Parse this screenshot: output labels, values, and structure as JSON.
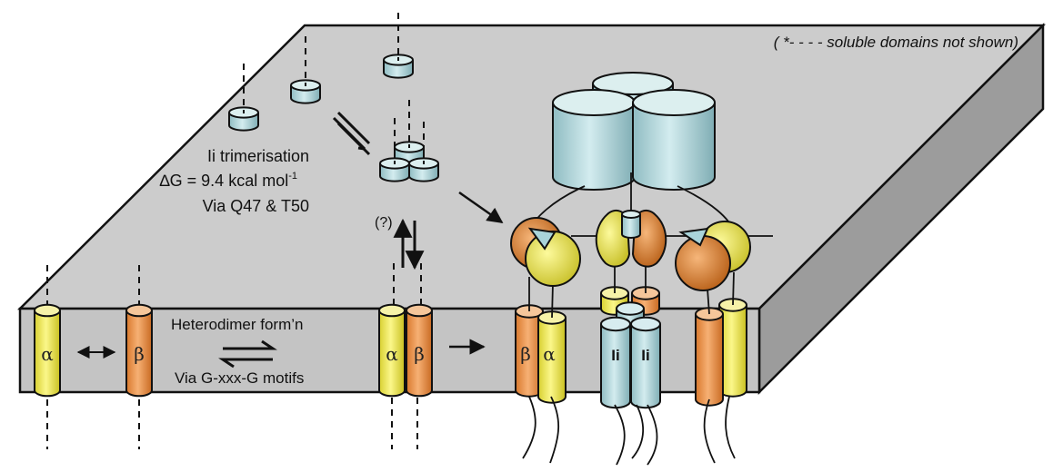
{
  "figure": {
    "note": "( *- - - -  soluble domains not shown)",
    "trimerisation": {
      "line1": "Ii trimerisation",
      "line2": "∆G = 9.4 kcal mol",
      "line2_sup": "-1",
      "line3": "Via Q47 & T50"
    },
    "question_mark": "(?)",
    "heterodimer": {
      "line1": "Heterodimer  form’n",
      "line2": "Via G-xxx-G  motifs"
    },
    "labels": {
      "alpha": "α",
      "beta": "β",
      "ii": "Ii"
    },
    "colors": {
      "membrane_top": "#cccccc",
      "membrane_front": "#c4c4c4",
      "membrane_side": "#9c9c9c",
      "alpha_yellow": "#f2ec5a",
      "beta_orange": "#ee9a4c",
      "invariant_blue": "#b8dde2"
    }
  }
}
